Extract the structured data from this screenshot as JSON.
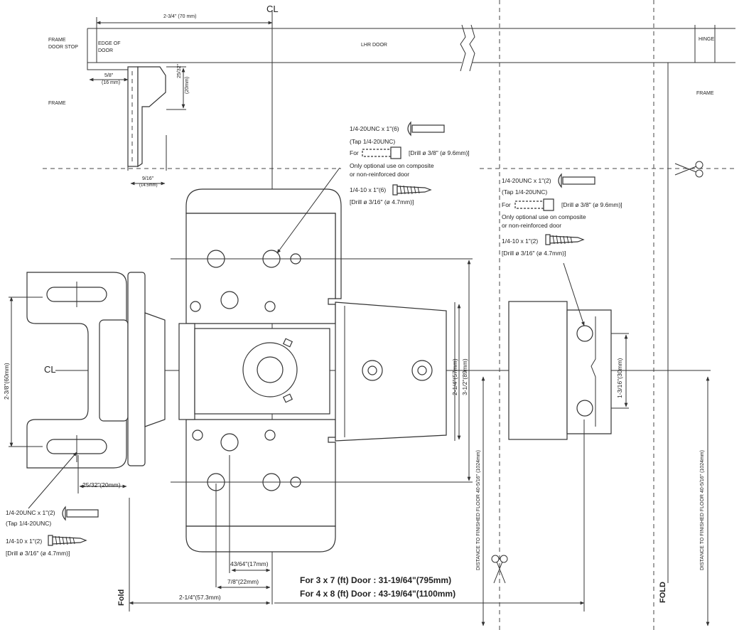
{
  "top_dim": "2-3/4\" (70 mm)",
  "centerline": "CL",
  "frame_door_stop": [
    "FRAME",
    "DOOR STOP"
  ],
  "edge_of_door": [
    "EDGE OF",
    "DOOR"
  ],
  "door_label": "LHR DOOR",
  "hinge_label": "HINGE",
  "frame_left": "FRAME",
  "frame_right": "FRAME",
  "dim_5_8": [
    "5/8\"",
    "(16 mm)"
  ],
  "dim_25_32": [
    "25/32\"",
    "(20mm)"
  ],
  "dim_9_16": [
    "9/16\"",
    "(14.5mm)"
  ],
  "hw_center": {
    "screw1": "1/4-20UNC x 1\"(6)",
    "tap": "(Tap 1/4-20UNC)",
    "for": "For",
    "drill1": "[Drill ø 3/8\" (ø 9.6mm)]",
    "optional1": "Only optional use on composite",
    "optional2": "or non-reinforced door",
    "screw2": "1/4-10 x 1\"(6)",
    "drill2": "[Drill ø 3/16\" (ø 4.7mm)]"
  },
  "hw_right": {
    "screw1": "1/4-20UNC x 1\"(2)",
    "tap": "(Tap 1/4-20UNC)",
    "for": "For",
    "drill1": "[Drill ø 3/8\" (ø 9.6mm)]",
    "optional1": "Only optional use on composite",
    "optional2": "or non-reinforced door",
    "screw2": "1/4-10 x 1\"(2)",
    "drill2": "[Drill ø 3/16\" (ø 4.7mm)]"
  },
  "hw_left": {
    "screw1": "1/4-20UNC x 1\"(2)",
    "tap": "(Tap 1/4-20UNC)",
    "screw2": "1/4-10 x 1\"(2)",
    "drill2": "[Drill ø 3/16\" (ø 4.7mm)]"
  },
  "dim_2_3_8": "2-3/8\"(60mm)",
  "dim_25_32_bottom": "25/32\"(20mm)",
  "dim_2_1_4_v": "2-1/4\"(57mm)",
  "dim_3_1_2_v": "3-1/2\"(89mm)",
  "dim_1_3_16": "1-3/16\"(30mm)",
  "dim_43_64": "43/64\"(17mm)",
  "dim_7_8": "7/8\"(22mm)",
  "dim_2_1_4_h": "2-1/4\"(57.3mm)",
  "door_3x7": "For 3 x 7 (ft) Door : 31-19/64\"(795mm)",
  "door_4x8": "For 4 x 8 (ft) Door : 43-19/64\"(1100mm)",
  "floor_center": "DISTANCE TO FINISHED FLOOR 40-5/16\" (1024mm)",
  "floor_right": "DISTANCE TO FINISHED FLOOR 40-5/16\" (1024mm)",
  "fold_left": "Fold",
  "fold_right": "FOLD",
  "icons": [
    "scissors-icon",
    "screw-icon",
    "wood-screw-icon",
    "anchor-icon"
  ]
}
